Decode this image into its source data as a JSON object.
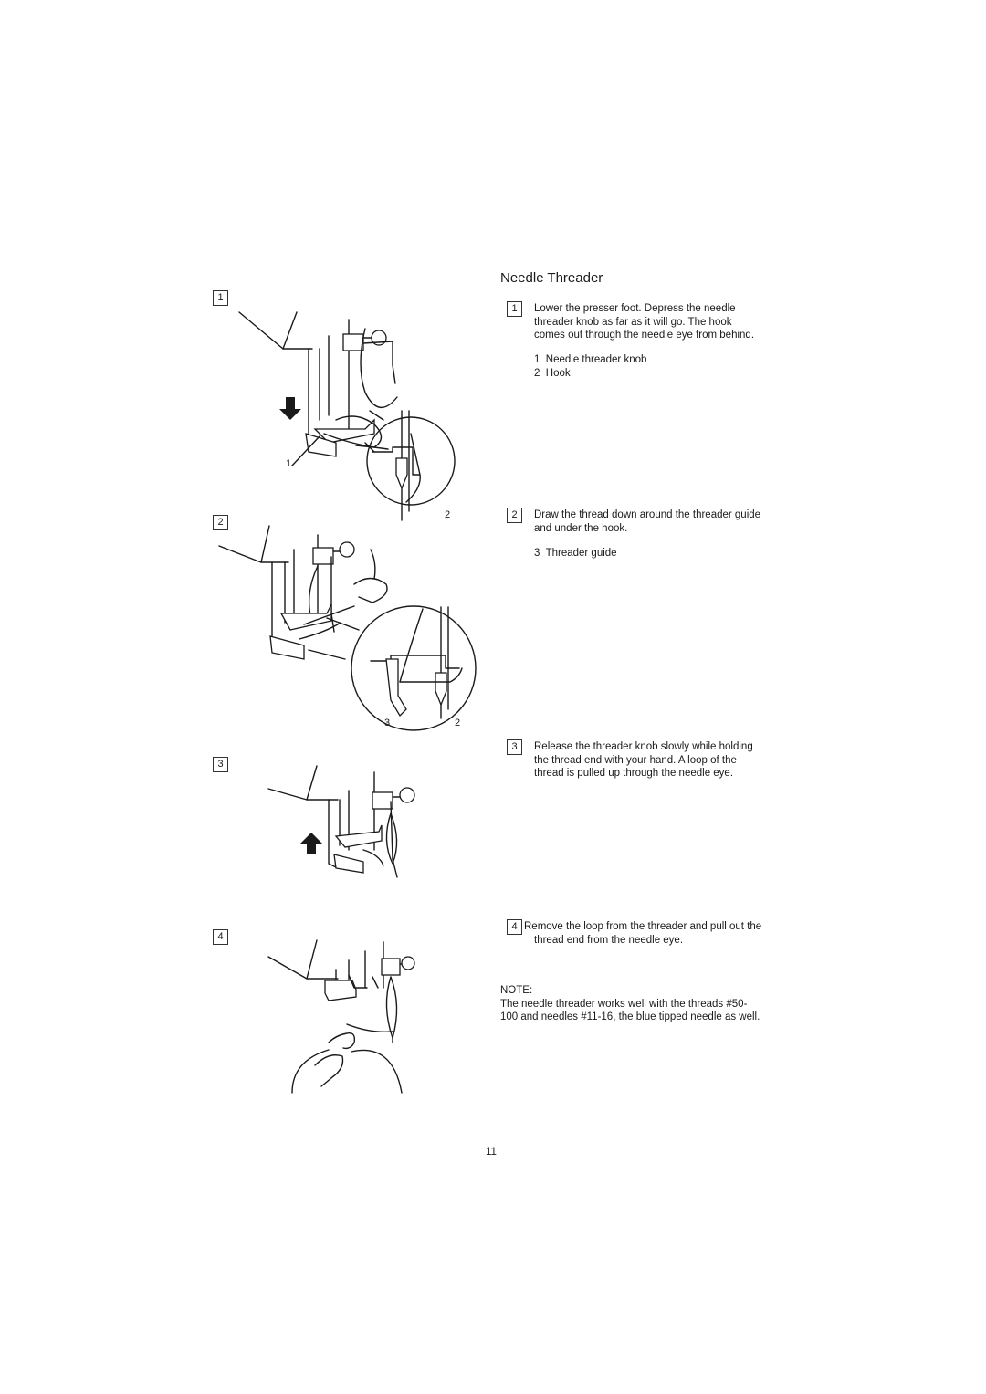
{
  "title": "Needle Threader",
  "figures": {
    "fig1": {
      "number": "1",
      "callouts": [
        "1",
        "2"
      ]
    },
    "fig2": {
      "number": "2",
      "callouts": [
        "3",
        "2"
      ]
    },
    "fig3": {
      "number": "3"
    },
    "fig4": {
      "number": "4"
    }
  },
  "steps": [
    {
      "number": "1",
      "lines": [
        "Lower the presser foot. Depress the needle",
        "threader knob as far as it will go. The hook",
        "comes out through the needle eye from behind."
      ],
      "legend": [
        "1  Needle threader knob",
        "2  Hook"
      ]
    },
    {
      "number": "2",
      "lines": [
        "Draw the thread down around the threader guide",
        "and under the hook."
      ],
      "legend": [
        "3  Threader guide"
      ]
    },
    {
      "number": "3",
      "lines": [
        "Release the threader knob slowly while holding",
        "the thread end with your hand. A loop of the",
        "thread is pulled up through the needle eye."
      ]
    },
    {
      "number": "4",
      "lines": [
        "Remove the loop from the threader and pull out the",
        "thread end from the needle eye."
      ]
    }
  ],
  "note": {
    "label": "NOTE:",
    "lines": [
      "The needle threader works well with the threads #50-",
      "100 and needles #11-16, the blue tipped needle as well."
    ]
  },
  "page_number": "11"
}
